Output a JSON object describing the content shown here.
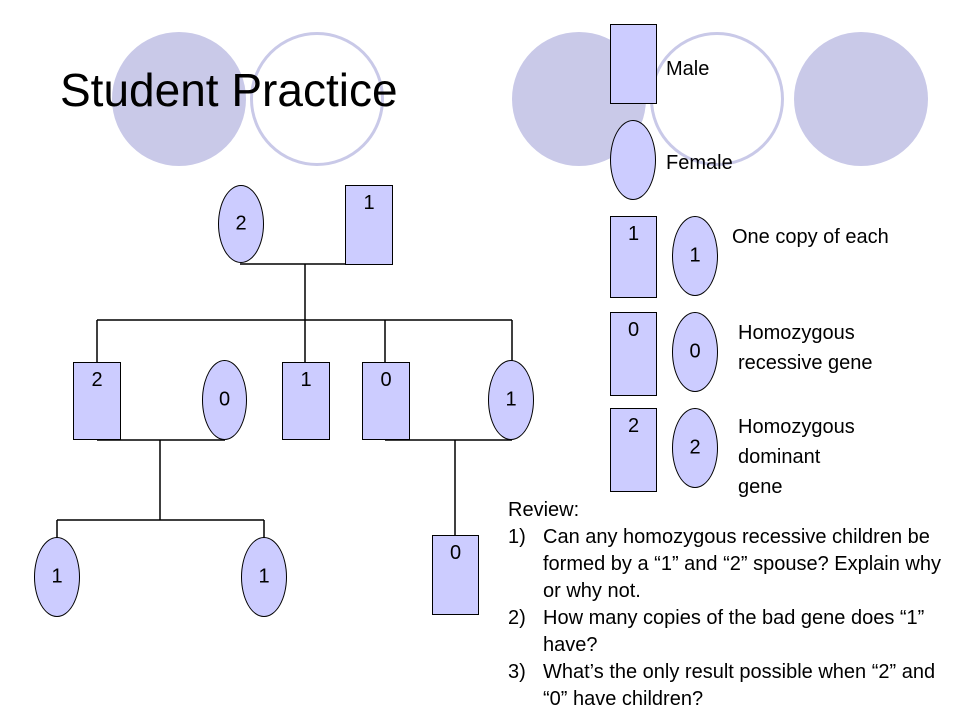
{
  "title": "Student Practice",
  "legend": {
    "male": "Male",
    "female": "Female",
    "one_label_m": "1",
    "one_label_f": "1",
    "one_text": "One copy of each",
    "zero_label_m": "0",
    "zero_label_f": "0",
    "zero_text_1": "Homozygous",
    "zero_text_2": "recessive gene",
    "two_label_m": "2",
    "two_label_f": "2",
    "two_text_1": "Homozygous",
    "two_text_2": "dominant",
    "two_text_3": "gene"
  },
  "pedigree": {
    "gen1_female": "2",
    "gen1_male": "1",
    "gen2_male_a": "2",
    "gen2_female_a": "0",
    "gen2_male_b": "1",
    "gen2_male_c": "0",
    "gen2_female_b": "1",
    "gen3_female_a": "1",
    "gen3_female_b": "1",
    "gen3_male": "0"
  },
  "review": {
    "heading": "Review:",
    "q1_num": "1)",
    "q1_text": "Can any homozygous recessive children be formed by a “1” and “2” spouse? Explain why or why not.",
    "q2_num": "2)",
    "q2_text": "How many copies of the bad gene does “1” have?",
    "q3_num": "3)",
    "q3_text": "What’s the only result possible when “2” and “0” have children?"
  },
  "colors": {
    "node_fill": "#ccccff",
    "deco_circle": "#c9c9e8"
  }
}
